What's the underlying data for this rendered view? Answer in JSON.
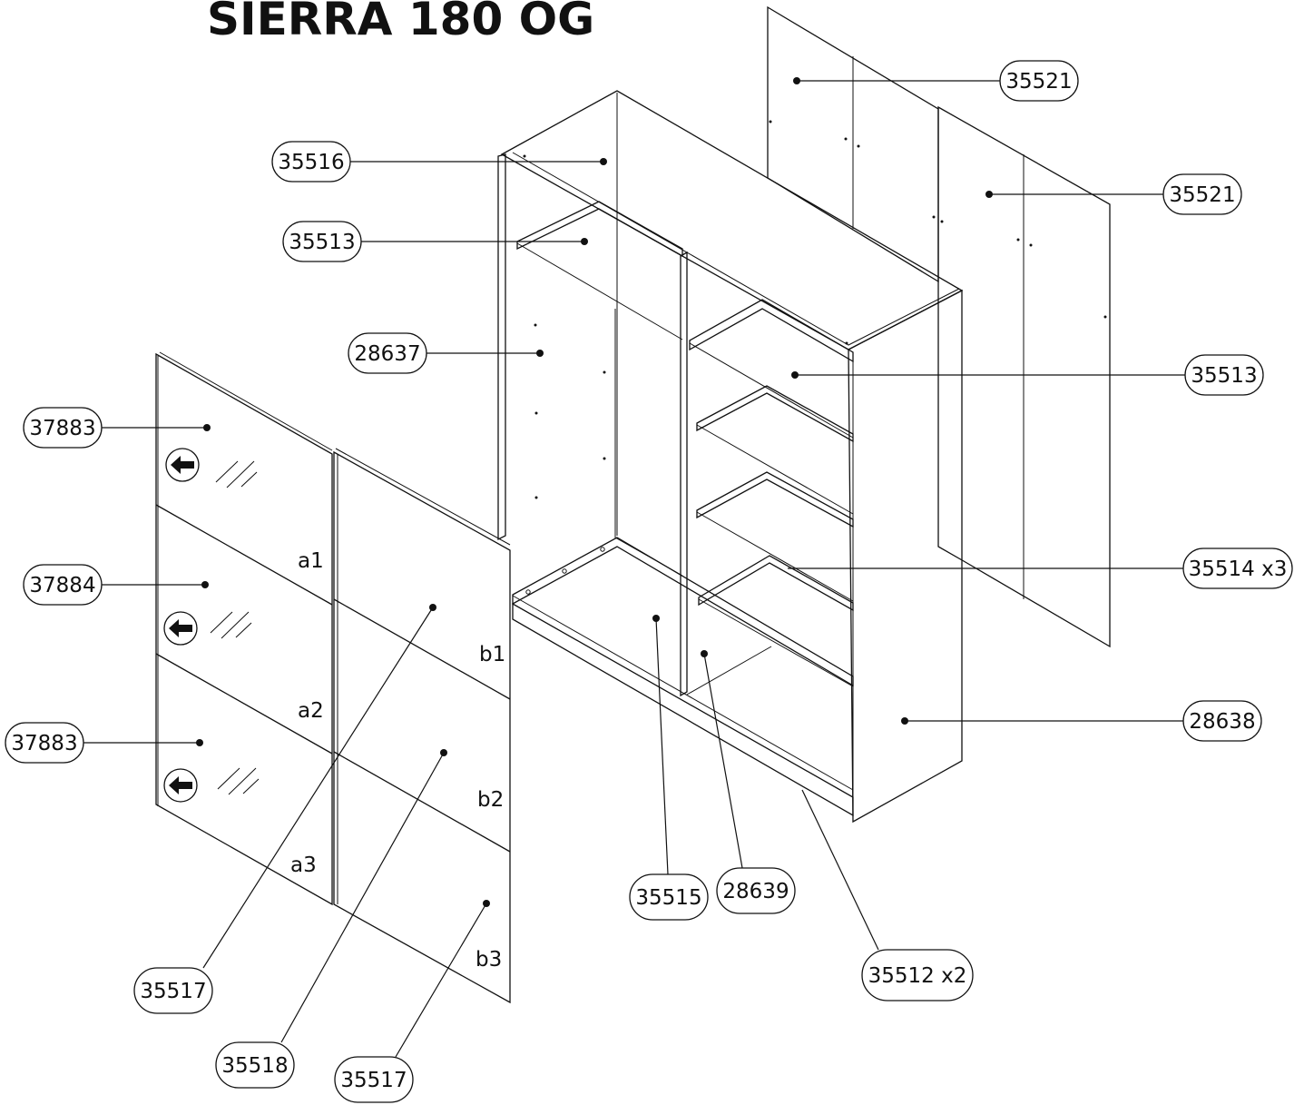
{
  "title": "SIERRA 180 OG",
  "part_labels": {
    "p1": "35521",
    "p2": "35521",
    "p3": "35516",
    "p4": "35513",
    "p5": "28637",
    "p6": "35513",
    "p7": "37883",
    "p8": "37884",
    "p9": "37883",
    "p10": "35514 x3",
    "p11": "28638",
    "p12": "35515",
    "p13": "28639",
    "p14": "35512 x2",
    "p15": "35517",
    "p16": "35518",
    "p17": "35517"
  },
  "panel_labels": {
    "a1": "a1",
    "a2": "a2",
    "a3": "a3",
    "b1": "b1",
    "b2": "b2",
    "b3": "b3"
  },
  "icons": [
    "direction-arrow-icon",
    "glass-hatch-icon"
  ]
}
